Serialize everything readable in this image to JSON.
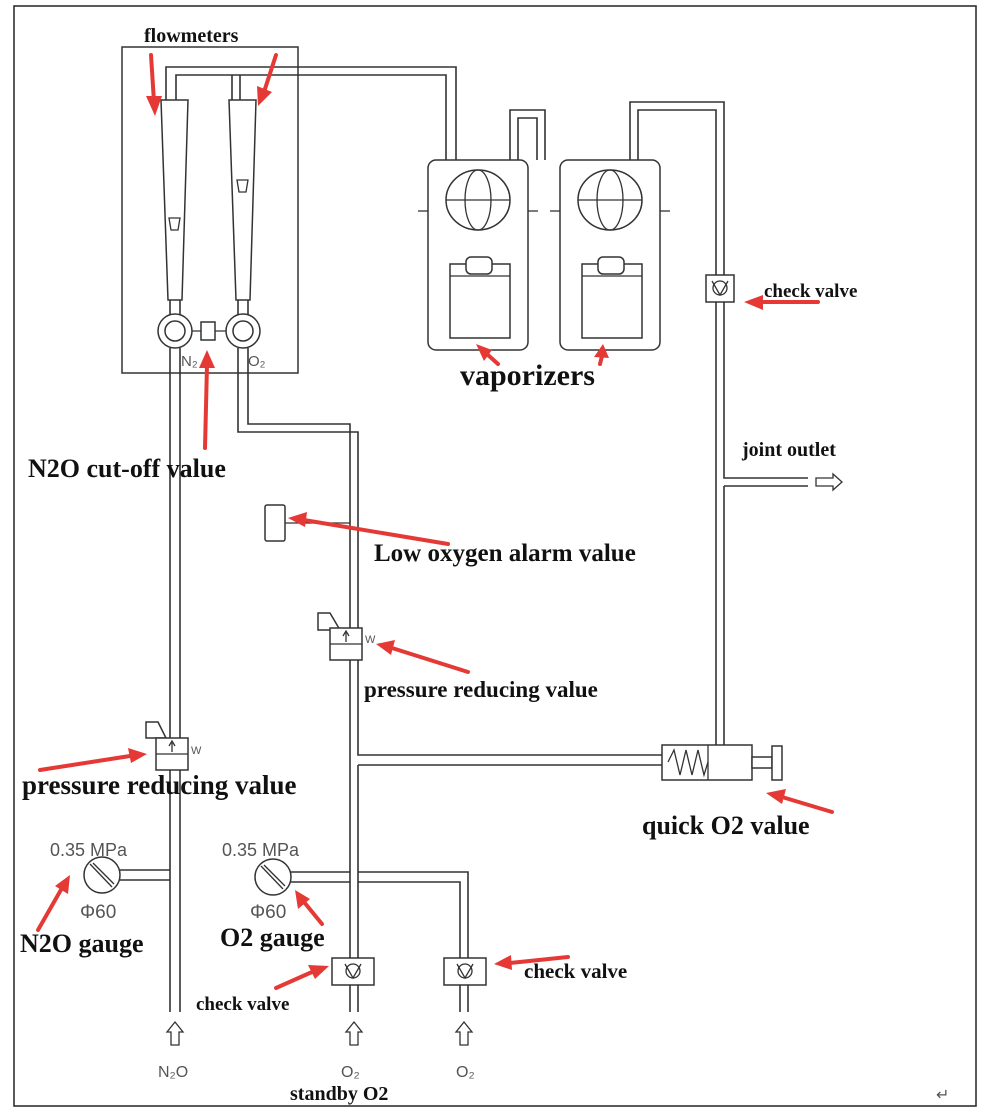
{
  "labels": {
    "flowmeters": "flowmeters",
    "vaporizers": "vaporizers",
    "check_valve_top": "check valve",
    "joint_outlet": "joint outlet",
    "n2o_cutoff": "N2O cut-off value",
    "low_oxygen_alarm": "Low oxygen alarm value",
    "pressure_reducing_o2": "pressure reducing value",
    "pressure_reducing_n2o": "pressure reducing value",
    "quick_o2": "quick O2 value",
    "n2o_gauge": "N2O gauge",
    "o2_gauge": "O2 gauge",
    "check_valve_left": "check valve",
    "check_valve_right": "check valve",
    "standby_o2": "standby O2",
    "gauge_pressure_n2o": "0.35 MPa",
    "gauge_pressure_o2": "0.35 MPa",
    "gauge_size_n2o": "Φ60",
    "gauge_size_o2": "Φ60",
    "n2_mark": "N₂",
    "o2_mark": "O₂",
    "inlet_n2o": "N₂O",
    "inlet_o2_standby": "O₂",
    "inlet_o2": "O₂",
    "valve_mark_n2o": "W",
    "valve_mark_o2": "W",
    "return_symbol": "↵"
  },
  "colors": {
    "annotation_arrow": "#e53935",
    "line": "#333333"
  }
}
